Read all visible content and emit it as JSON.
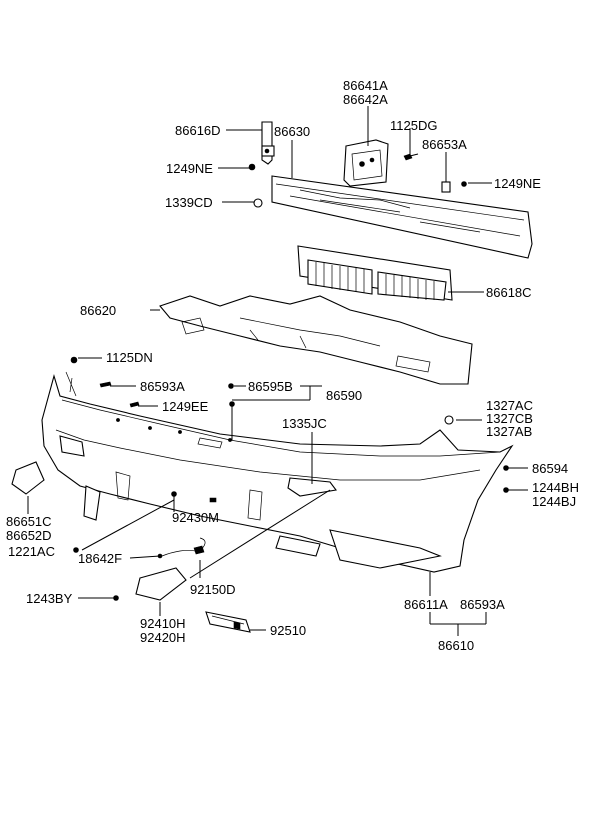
{
  "diagram": {
    "labels": {
      "p86641A": "86641A",
      "p86642A": "86642A",
      "p86616D": "86616D",
      "p86630": "86630",
      "p1125DG": "1125DG",
      "p86653A": "86653A",
      "p1249NE_l": "1249NE",
      "p1249NE_r": "1249NE",
      "p1339CD": "1339CD",
      "p86618C": "86618C",
      "p86620": "86620",
      "p1125DN": "1125DN",
      "p86593A_top": "86593A",
      "p86595B": "86595B",
      "p86590": "86590",
      "p1249EE": "1249EE",
      "p1327AC": "1327AC",
      "p1327CB": "1327CB",
      "p1327AB": "1327AB",
      "p1335JC": "1335JC",
      "p86594": "86594",
      "p1244BH": "1244BH",
      "p1244BJ": "1244BJ",
      "p86651C": "86651C",
      "p86652D": "86652D",
      "p92430M": "92430M",
      "p1221AC": "1221AC",
      "p18642F": "18642F",
      "p92150D": "92150D",
      "p1243BY": "1243BY",
      "p92410H": "92410H",
      "p92420H": "92420H",
      "p92510": "92510",
      "p86611A": "86611A",
      "p86593A_bot": "86593A",
      "p86610": "86610"
    }
  }
}
